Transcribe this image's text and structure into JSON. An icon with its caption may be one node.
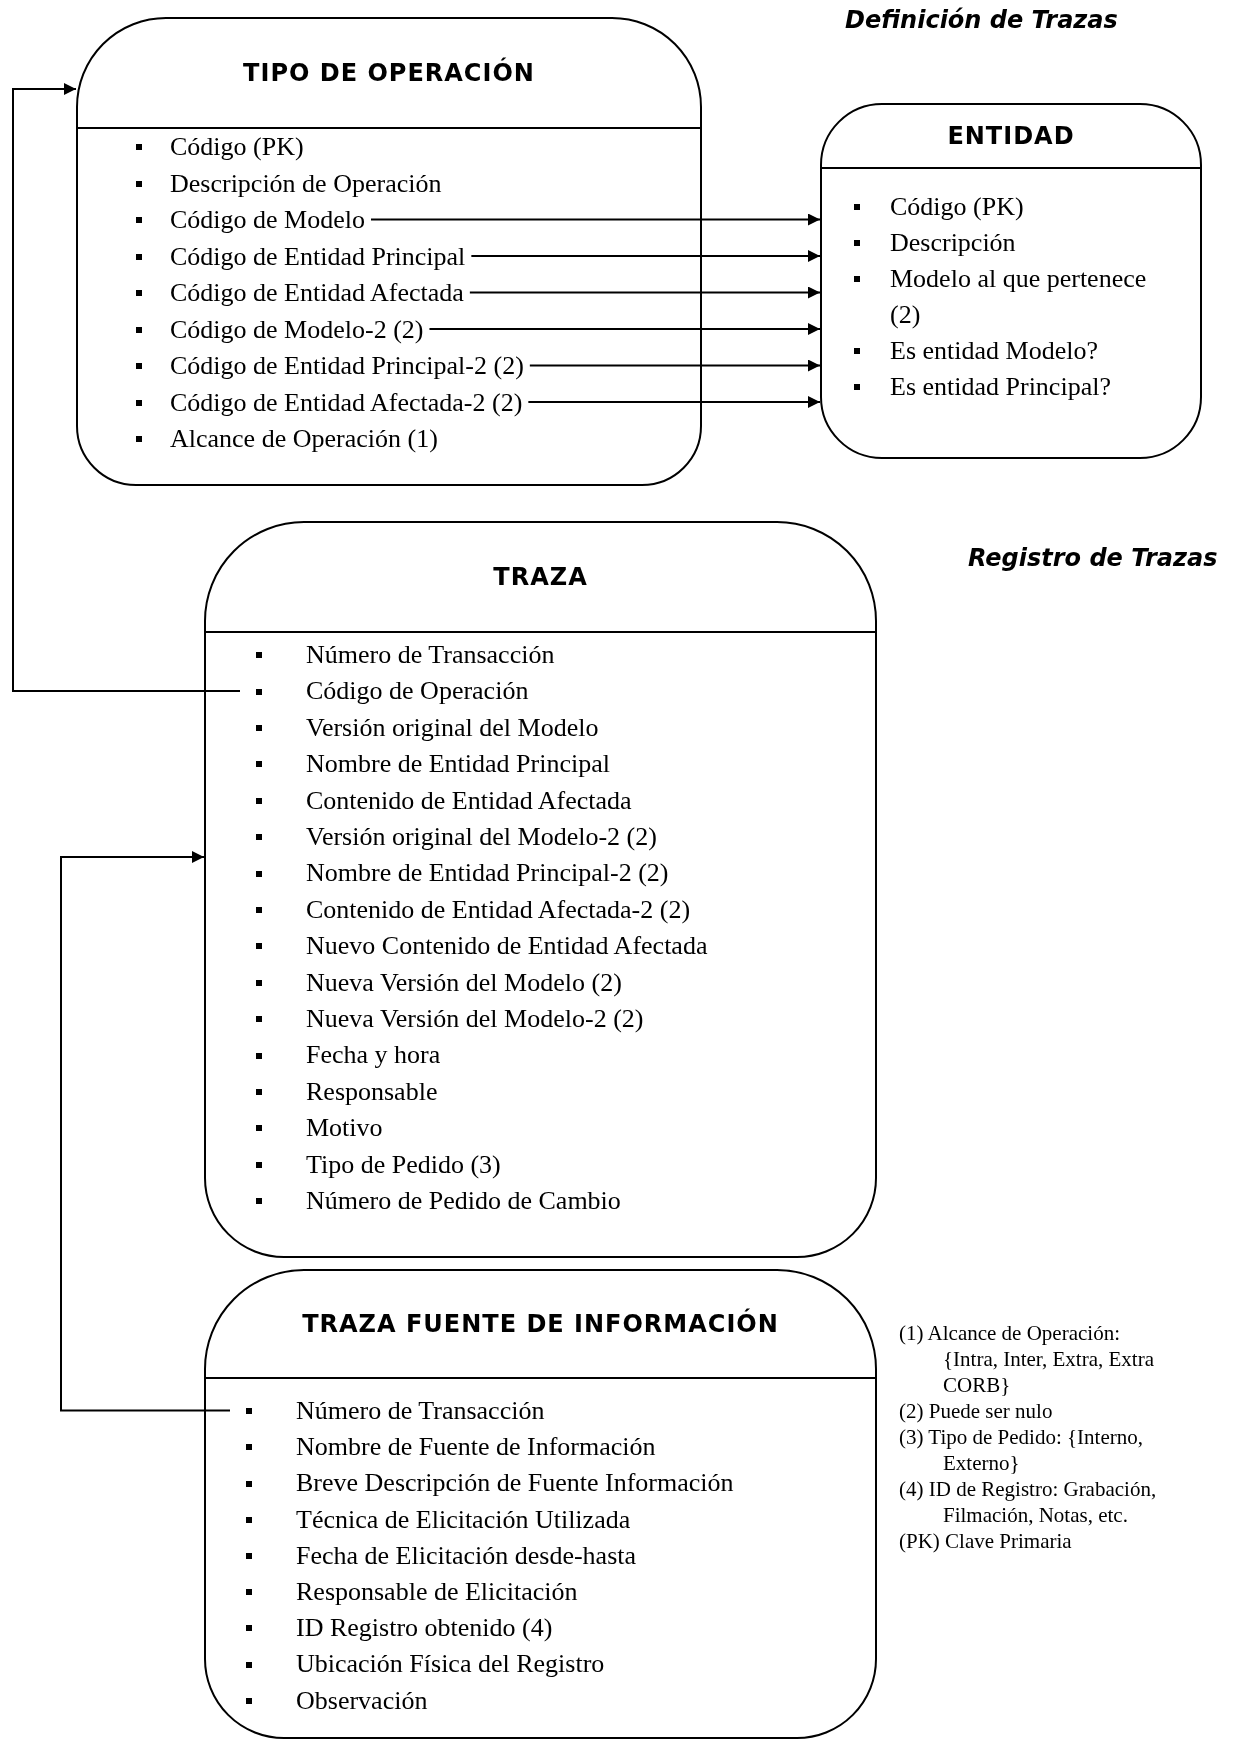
{
  "diagram": {
    "nodes": [
      {
        "text": [
          "TIPO DE OPERACIÓN"
        ]
      },
      {
        "text": [
          "Código (PK)"
        ],
        "in": 0
      },
      {
        "text": [
          "Descripción de Operación"
        ],
        "in": 0
      },
      {
        "text": [
          "Código de Modelo"
        ],
        "in": 0
      },
      {
        "text": [
          "Código de Entidad Principal"
        ],
        "in": 0
      },
      {
        "text": [
          "Código de Entidad Afectada"
        ],
        "in": 0
      },
      {
        "text": [
          "Código de Modelo-2 (2)"
        ],
        "in": 0
      },
      {
        "text": [
          "Código de Entidad Principal-2 (2)"
        ],
        "in": 0
      },
      {
        "text": [
          "Código de Entidad Afectada-2 (2)"
        ],
        "in": 0
      },
      {
        "text": [
          "Alcance de Operación (1)"
        ],
        "in": 0
      },
      {
        "text": [
          "ENTIDAD"
        ]
      },
      {
        "text": [
          "Código (PK)"
        ],
        "in": 10
      },
      {
        "text": [
          "Descripción"
        ],
        "in": 10
      },
      {
        "text": [
          "Modelo al que pertenece (2)"
        ],
        "in": 10
      },
      {
        "text": [
          "Es entidad Modelo?"
        ],
        "in": 10
      },
      {
        "text": [
          "Es entidad Principal?"
        ],
        "in": 10
      },
      {
        "text": [
          "TRAZA"
        ]
      },
      {
        "text": [
          "Número de Transacción"
        ],
        "in": 16
      },
      {
        "text": [
          "Código de Operación"
        ],
        "in": 16
      },
      {
        "text": [
          "Versión original del Modelo"
        ],
        "in": 16
      },
      {
        "text": [
          "Nombre de Entidad Principal"
        ],
        "in": 16
      },
      {
        "text": [
          "Contenido de Entidad Afectada"
        ],
        "in": 16
      },
      {
        "text": [
          "Versión original del Modelo-2 (2)"
        ],
        "in": 16
      },
      {
        "text": [
          "Nombre de Entidad Principal-2 (2)"
        ],
        "in": 16
      },
      {
        "text": [
          "Contenido de Entidad Afectada-2 (2)"
        ],
        "in": 16
      },
      {
        "text": [
          "Nuevo Contenido de Entidad Afectada"
        ],
        "in": 16
      },
      {
        "text": [
          "Nueva Versión del Modelo (2)"
        ],
        "in": 16
      },
      {
        "text": [
          "Nueva Versión del Modelo-2 (2)"
        ],
        "in": 16
      },
      {
        "text": [
          "Fecha y hora"
        ],
        "in": 16
      },
      {
        "text": [
          "Responsable"
        ],
        "in": 16
      },
      {
        "text": [
          "Motivo"
        ],
        "in": 16
      },
      {
        "text": [
          "Tipo de Pedido (3)"
        ],
        "in": 16
      },
      {
        "text": [
          "Número de Pedido de Cambio"
        ],
        "in": 16
      },
      {
        "text": [
          "TRAZA FUENTE DE INFORMACIÓN"
        ]
      },
      {
        "text": [
          "Número de Transacción"
        ],
        "in": 33
      },
      {
        "text": [
          "Nombre de Fuente de Información"
        ],
        "in": 33
      },
      {
        "text": [
          "Breve Descripción de Fuente Información"
        ],
        "in": 33
      },
      {
        "text": [
          "Técnica de Elicitación Utilizada"
        ],
        "in": 33
      },
      {
        "text": [
          "Fecha de Elicitación desde-hasta"
        ],
        "in": 33
      },
      {
        "text": [
          "Responsable de Elicitación"
        ],
        "in": 33
      },
      {
        "text": [
          "ID Registro obtenido (4)"
        ],
        "in": 33
      },
      {
        "text": [
          "Ubicación Física del Registro"
        ],
        "in": 33
      },
      {
        "text": [
          "Observación"
        ],
        "in": 33
      }
    ],
    "edges": [
      {
        "from": 3,
        "to": 10,
        "arrow": "to"
      },
      {
        "from": 4,
        "to": 10,
        "arrow": "to"
      },
      {
        "from": 5,
        "to": 10,
        "arrow": "to"
      },
      {
        "from": 6,
        "to": 10,
        "arrow": "to"
      },
      {
        "from": 7,
        "to": 10,
        "arrow": "to"
      },
      {
        "from": 8,
        "to": 10,
        "arrow": "to"
      },
      {
        "from": 18,
        "to": 0,
        "arrow": "to"
      },
      {
        "from": 34,
        "to": 16,
        "arrow": "to"
      }
    ],
    "labels": [
      "Definición de Trazas",
      "Registro de Trazas",
      "(1) Alcance de Operación: {Intra, Inter, Extra, Extra CORB}",
      "(2) Puede ser nulo",
      "(3) Tipo de Pedido: {Interno, Externo}",
      "(4) ID de Registro: Grabación, Filmación, Notas, etc.",
      "(PK) Clave Primaria"
    ]
  }
}
